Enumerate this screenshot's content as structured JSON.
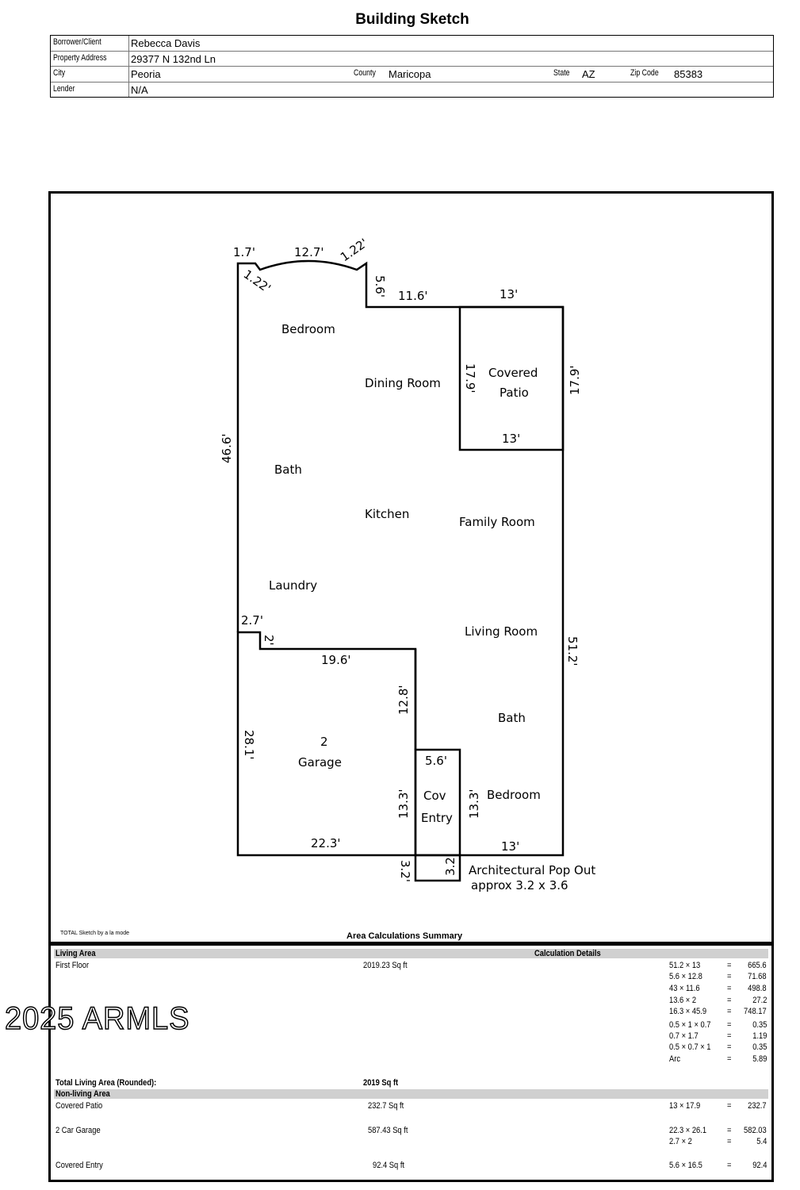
{
  "title": "Building Sketch",
  "info": {
    "borrower_label": "Borrower/Client",
    "borrower": "Rebecca Davis",
    "address_label": "Property Address",
    "address": "29377 N 132nd Ln",
    "city_label": "City",
    "city": "Peoria",
    "county_label": "County",
    "county": "Maricopa",
    "state_label": "State",
    "state": "AZ",
    "zip_label": "Zip Code",
    "zip": "85383",
    "lender_label": "Lender",
    "lender": "N/A"
  },
  "sketch": {
    "dims": {
      "d1": "1.7'",
      "d2": "12.7'",
      "d3": "1.22'",
      "d4": "1.22'",
      "d5": "5.6'",
      "d6": "11.6'",
      "d7": "13'",
      "d8": "17.9'",
      "d9": "17.9'",
      "d10": "13'",
      "d11": "46.6'",
      "d12": "2.7'",
      "d13": "2'",
      "d14": "19.6'",
      "d15": "12.8'",
      "d16": "51.2'",
      "d17": "28.1'",
      "d18": "5.6'",
      "d19": "13.3'",
      "d20": "13.3'",
      "d21": "22.3'",
      "d22": "13'",
      "d23": "3.2'",
      "d24": "3.2'"
    },
    "rooms": {
      "bedroom1": "Bedroom",
      "dining": "Dining Room",
      "patio1": "Covered",
      "patio2": "Patio",
      "bath1": "Bath",
      "kitchen": "Kitchen",
      "family": "Family Room",
      "laundry": "Laundry",
      "living": "Living Room",
      "bath2": "Bath",
      "garage1": "2",
      "garage2": "Garage",
      "entry1": "Cov",
      "entry2": "Entry",
      "bedroom2": "Bedroom",
      "popout1": "Architectural Pop Out",
      "popout2": "approx 3.2 x 3.6"
    }
  },
  "credit": "TOTAL Sketch by a la mode",
  "summary": {
    "title": "Area Calculations Summary",
    "living_header": "Living Area",
    "details_header": "Calculation Details",
    "first_floor": "First Floor",
    "first_floor_area": "2019.23 Sq ft",
    "calcs": [
      [
        "51.2 × 13",
        "=",
        "665.6"
      ],
      [
        "5.6 × 12.8",
        "=",
        "71.68"
      ],
      [
        "43 × 11.6",
        "=",
        "498.8"
      ],
      [
        "13.6 × 2",
        "=",
        "27.2"
      ],
      [
        "16.3 × 45.9",
        "=",
        "748.17"
      ],
      [
        "0.5 × 1 × 0.7",
        "=",
        "0.35"
      ],
      [
        "0.7 × 1.7",
        "=",
        "1.19"
      ],
      [
        "0.5 × 0.7 × 1",
        "=",
        "0.35"
      ],
      [
        "Arc",
        "=",
        "5.89"
      ]
    ],
    "total_label": "Total Living Area (Rounded):",
    "total": "2019 Sq ft",
    "nonliving_header": "Non-living Area",
    "patio": "Covered Patio",
    "patio_area": "232.7 Sq ft",
    "patio_calc": [
      "13 × 17.9",
      "=",
      "232.7"
    ],
    "garage": "2 Car Garage",
    "garage_area": "587.43 Sq ft",
    "garage_calc1": [
      "22.3 × 26.1",
      "=",
      "582.03"
    ],
    "garage_calc2": [
      "2.7 × 2",
      "=",
      "5.4"
    ],
    "entry": "Covered Entry",
    "entry_area": "92.4 Sq ft",
    "entry_calc": [
      "5.6 × 16.5",
      "=",
      "92.4"
    ]
  },
  "watermark": "2025 ARMLS"
}
